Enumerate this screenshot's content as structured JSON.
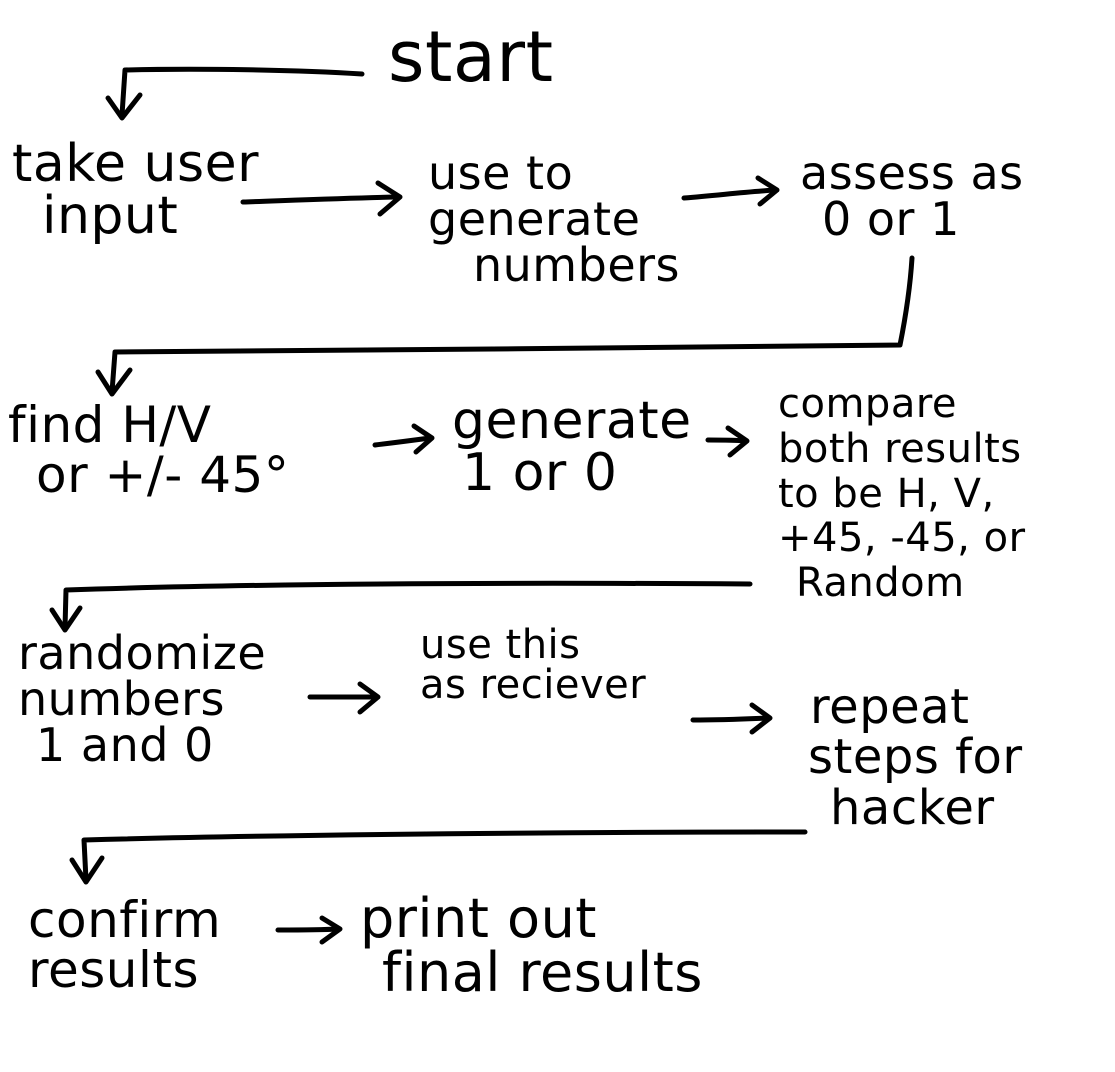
{
  "colors": {
    "ink": "#000000",
    "background": "#ffffff"
  },
  "nodes": {
    "start": {
      "lines": [
        "start"
      ]
    },
    "take_user_input": {
      "lines": [
        "take user",
        "input"
      ]
    },
    "use_to_generate": {
      "lines": [
        "use to",
        "generate",
        "numbers"
      ]
    },
    "assess": {
      "lines": [
        "assess as",
        "0 or 1"
      ]
    },
    "find_hv": {
      "lines": [
        "find H/V",
        "or +/- 45°"
      ]
    },
    "generate_1_or_0": {
      "lines": [
        "generate",
        "1 or 0"
      ]
    },
    "compare": {
      "lines": [
        "compare",
        "both results",
        "to be H, V,",
        "+45, -45, or",
        "Random"
      ]
    },
    "randomize": {
      "lines": [
        "randomize",
        "numbers",
        "1 and 0"
      ]
    },
    "use_this": {
      "lines": [
        "use this",
        "as reciever"
      ]
    },
    "repeat": {
      "lines": [
        "repeat",
        "steps for",
        "hacker"
      ]
    },
    "confirm": {
      "lines": [
        "confirm",
        "results"
      ]
    },
    "print_out": {
      "lines": [
        "print out",
        "final results"
      ]
    }
  }
}
